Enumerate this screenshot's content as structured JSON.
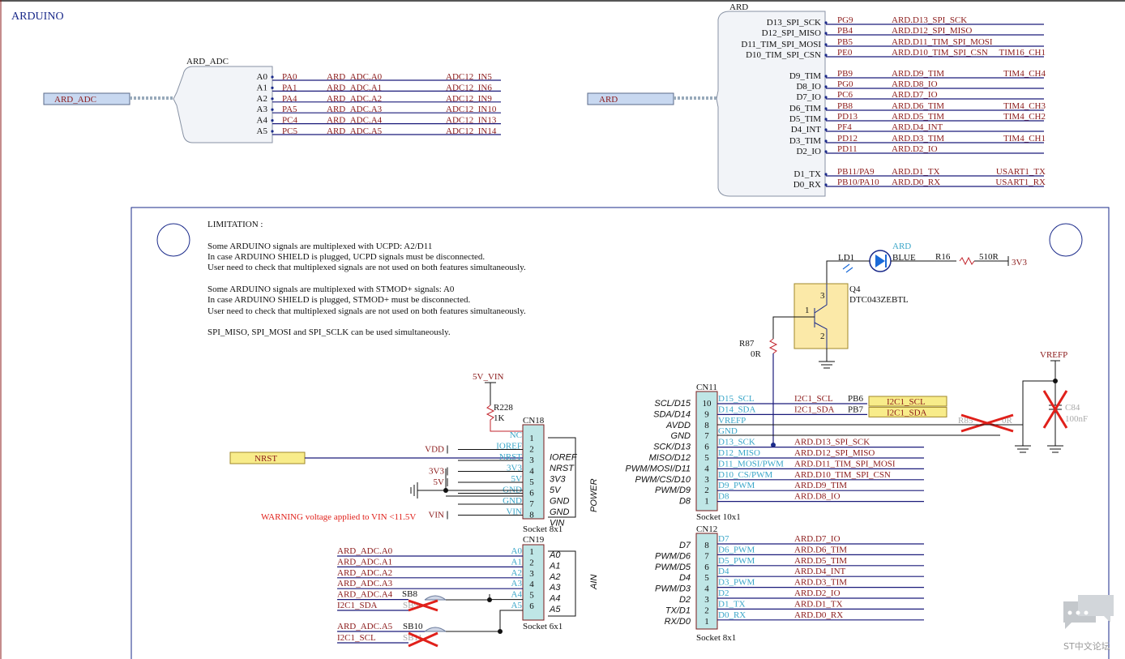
{
  "sheet": {
    "title": "ARDUINO",
    "watermark": "ST中文论坛"
  },
  "harness_adc": {
    "port": "ARD_ADC",
    "group": "ARD_ADC",
    "rows": [
      {
        "pin": "A0",
        "port": "PA0",
        "net": "ARD_ADC.A0",
        "fn": "ADC12_IN5"
      },
      {
        "pin": "A1",
        "port": "PA1",
        "net": "ARD_ADC.A1",
        "fn": "ADC12_IN6"
      },
      {
        "pin": "A2",
        "port": "PA4",
        "net": "ARD_ADC.A2",
        "fn": "ADC12_IN9"
      },
      {
        "pin": "A3",
        "port": "PA5",
        "net": "ARD_ADC.A3",
        "fn": "ADC12_IN10"
      },
      {
        "pin": "A4",
        "port": "PC4",
        "net": "ARD_ADC.A4",
        "fn": "ADC12_IN13"
      },
      {
        "pin": "A5",
        "port": "PC5",
        "net": "ARD_ADC.A5",
        "fn": "ADC12_IN14"
      }
    ]
  },
  "harness_ard": {
    "port": "ARD",
    "group": "ARD",
    "rows": [
      {
        "pin": "D13_SPI_SCK",
        "port": "PG9",
        "net": "ARD.D13_SPI_SCK",
        "fn": ""
      },
      {
        "pin": "D12_SPI_MISO",
        "port": "PB4",
        "net": "ARD.D12_SPI_MISO",
        "fn": ""
      },
      {
        "pin": "D11_TIM_SPI_MOSI",
        "port": "PB5",
        "net": "ARD.D11_TIM_SPI_MOSI",
        "fn": ""
      },
      {
        "pin": "D10_TIM_SPI_CSN",
        "port": "PE0",
        "net": "ARD.D10_TIM_SPI_CSN",
        "fn": "TIM16_CH1"
      },
      {
        "pin": "D9_TIM",
        "port": "PB9",
        "net": "ARD.D9_TIM",
        "fn": "TIM4_CH4"
      },
      {
        "pin": "D8_IO",
        "port": "PG0",
        "net": "ARD.D8_IO",
        "fn": ""
      },
      {
        "pin": "D7_IO",
        "port": "PC6",
        "net": "ARD.D7_IO",
        "fn": ""
      },
      {
        "pin": "D6_TIM",
        "port": "PB8",
        "net": "ARD.D6_TIM",
        "fn": "TIM4_CH3"
      },
      {
        "pin": "D5_TIM",
        "port": "PD13",
        "net": "ARD.D5_TIM",
        "fn": "TIM4_CH2"
      },
      {
        "pin": "D4_INT",
        "port": "PF4",
        "net": "ARD.D4_INT",
        "fn": ""
      },
      {
        "pin": "D3_TIM",
        "port": "PD12",
        "net": "ARD.D3_TIM",
        "fn": "TIM4_CH1"
      },
      {
        "pin": "D2_IO",
        "port": "PD11",
        "net": "ARD.D2_IO",
        "fn": ""
      },
      {
        "pin": "D1_TX",
        "port": "PB11/PA9",
        "net": "ARD.D1_TX",
        "fn": "USART1_TX"
      },
      {
        "pin": "D0_RX",
        "port": "PB10/PA10",
        "net": "ARD.D0_RX",
        "fn": "USART1_RX"
      }
    ]
  },
  "notes": {
    "heading": "LIMITATION :",
    "l1": "Some ARDUINO signals are multiplexed with UCPD: A2/D11",
    "l2": "In case ARDUINO SHIELD is plugged, UCPD signals must be disconnected.",
    "l3": "User need to check that multiplexed signals are not used on both features simultaneously.",
    "l4": "Some ARDUINO signals are multiplexed with STMOD+ signals: A0",
    "l5": "In case ARDUINO SHIELD is plugged, STMOD+ must be disconnected.",
    "l6": "User need to check that multiplexed signals are not used on both features simultaneously.",
    "l7": "SPI_MISO, SPI_MOSI and SPI_SCLK can be used simultaneously."
  },
  "led": {
    "ref": "LD1",
    "name": "ARD",
    "color": "BLUE",
    "res_ref": "R16",
    "res_val": "510R",
    "rail": "3V3",
    "q_ref": "Q4",
    "q_part": "DTC043ZEBTL",
    "q_pin1": "1",
    "q_pin2": "2",
    "q_pin3": "3",
    "r87_ref": "R87",
    "r87_val": "0R"
  },
  "vrefp": {
    "label": "VREFP",
    "r_ref": "R85",
    "r_val": "0R",
    "c_ref": "C84",
    "c_val": "100nF"
  },
  "cn18": {
    "ref": "CN18",
    "footprint": "Socket 8x1",
    "rail_5v": "5V_VIN",
    "r_ref": "R228",
    "r_val": "1K",
    "nrst_port": "NRST",
    "side_label": "POWER",
    "warning": "WARNING voltage applied to VIN <11.5V",
    "pins": [
      {
        "num": "1",
        "sig": "NC",
        "ext": "",
        "func": "",
        "sigc": "cyan"
      },
      {
        "num": "2",
        "sig": "IOREF",
        "ext": "VDD",
        "func": "IOREF",
        "sigc": "cyan"
      },
      {
        "num": "3",
        "sig": "NRST",
        "ext": "",
        "func": "NRST",
        "sigc": "cyan"
      },
      {
        "num": "4",
        "sig": "3V3",
        "ext": "3V3",
        "func": "3V3",
        "sigc": "cyan"
      },
      {
        "num": "5",
        "sig": "5V",
        "ext": "5V",
        "func": "5V",
        "sigc": "cyan"
      },
      {
        "num": "6",
        "sig": "GND",
        "ext": "",
        "func": "GND",
        "sigc": "cyan"
      },
      {
        "num": "7",
        "sig": "GND",
        "ext": "",
        "func": "GND",
        "sigc": "cyan"
      },
      {
        "num": "8",
        "sig": "VIN",
        "ext": "VIN",
        "func": "VIN",
        "sigc": "cyan"
      }
    ]
  },
  "cn19": {
    "ref": "CN19",
    "footprint": "Socket 6x1",
    "side_label": "AIN",
    "sb8": "SB8",
    "sb9": "SB9",
    "sb10": "SB10",
    "sb11": "SB11",
    "pins": [
      {
        "num": "1",
        "sig": "A0",
        "net": "ARD_ADC.A0",
        "func": "A0"
      },
      {
        "num": "2",
        "sig": "A1",
        "net": "ARD_ADC.A1",
        "func": "A1"
      },
      {
        "num": "3",
        "sig": "A2",
        "net": "ARD_ADC.A2",
        "func": "A2"
      },
      {
        "num": "4",
        "sig": "A3",
        "net": "ARD_ADC.A3",
        "func": "A3"
      },
      {
        "num": "5",
        "sig": "A4",
        "net": "ARD_ADC.A4",
        "func": "A4"
      },
      {
        "num": "6",
        "sig": "A5",
        "net": "I2C1_SDA",
        "func": "A5"
      }
    ],
    "extra_net_a5": "ARD_ADC.A5",
    "extra_net_scl": "I2C1_SCL"
  },
  "cn11": {
    "ref": "CN11",
    "footprint": "Socket 10x1",
    "pins": [
      {
        "num": "10",
        "func": "SCL/D15",
        "sig": "D15_SCL",
        "net": "I2C1_SCL",
        "port": "PB6",
        "tag": "I2C1_SCL"
      },
      {
        "num": "9",
        "func": "SDA/D14",
        "sig": "D14_SDA",
        "net": "I2C1_SDA",
        "port": "PB7",
        "tag": "I2C1_SDA"
      },
      {
        "num": "8",
        "func": "AVDD",
        "sig": "VREFP",
        "net": "",
        "port": "",
        "tag": ""
      },
      {
        "num": "7",
        "func": "GND",
        "sig": "GND",
        "net": "",
        "port": "",
        "tag": ""
      },
      {
        "num": "6",
        "func": "SCK/D13",
        "sig": "D13_SCK",
        "net": "ARD.D13_SPI_SCK",
        "port": "",
        "tag": ""
      },
      {
        "num": "5",
        "func": "MISO/D12",
        "sig": "D12_MISO",
        "net": "ARD.D12_SPI_MISO",
        "port": "",
        "tag": ""
      },
      {
        "num": "4",
        "func": "PWM/MOSI/D11",
        "sig": "D11_MOSI/PWM",
        "net": "ARD.D11_TIM_SPI_MOSI",
        "port": "",
        "tag": ""
      },
      {
        "num": "3",
        "func": "PWM/CS/D10",
        "sig": "D10_CS/PWM",
        "net": "ARD.D10_TIM_SPI_CSN",
        "port": "",
        "tag": ""
      },
      {
        "num": "2",
        "func": "PWM/D9",
        "sig": "D9_PWM",
        "net": "ARD.D9_TIM",
        "port": "",
        "tag": ""
      },
      {
        "num": "1",
        "func": "D8",
        "sig": "D8",
        "net": "ARD.D8_IO",
        "port": "",
        "tag": ""
      }
    ]
  },
  "cn12": {
    "ref": "CN12",
    "footprint": "Socket 8x1",
    "pins": [
      {
        "num": "8",
        "func": "D7",
        "sig": "D7",
        "net": "ARD.D7_IO"
      },
      {
        "num": "7",
        "func": "PWM/D6",
        "sig": "D6_PWM",
        "net": "ARD.D6_TIM"
      },
      {
        "num": "6",
        "func": "PWM/D5",
        "sig": "D5_PWM",
        "net": "ARD.D5_TIM"
      },
      {
        "num": "5",
        "func": "D4",
        "sig": "D4",
        "net": "ARD.D4_INT"
      },
      {
        "num": "4",
        "func": "PWM/D3",
        "sig": "D3_PWM",
        "net": "ARD.D3_TIM"
      },
      {
        "num": "3",
        "func": "D2",
        "sig": "D2",
        "net": "ARD.D2_IO"
      },
      {
        "num": "2",
        "func": "TX/D1",
        "sig": "D1_TX",
        "net": "ARD.D1_TX"
      },
      {
        "num": "1",
        "func": "RX/D0",
        "sig": "D0_RX",
        "net": "ARD.D0_RX"
      }
    ]
  }
}
